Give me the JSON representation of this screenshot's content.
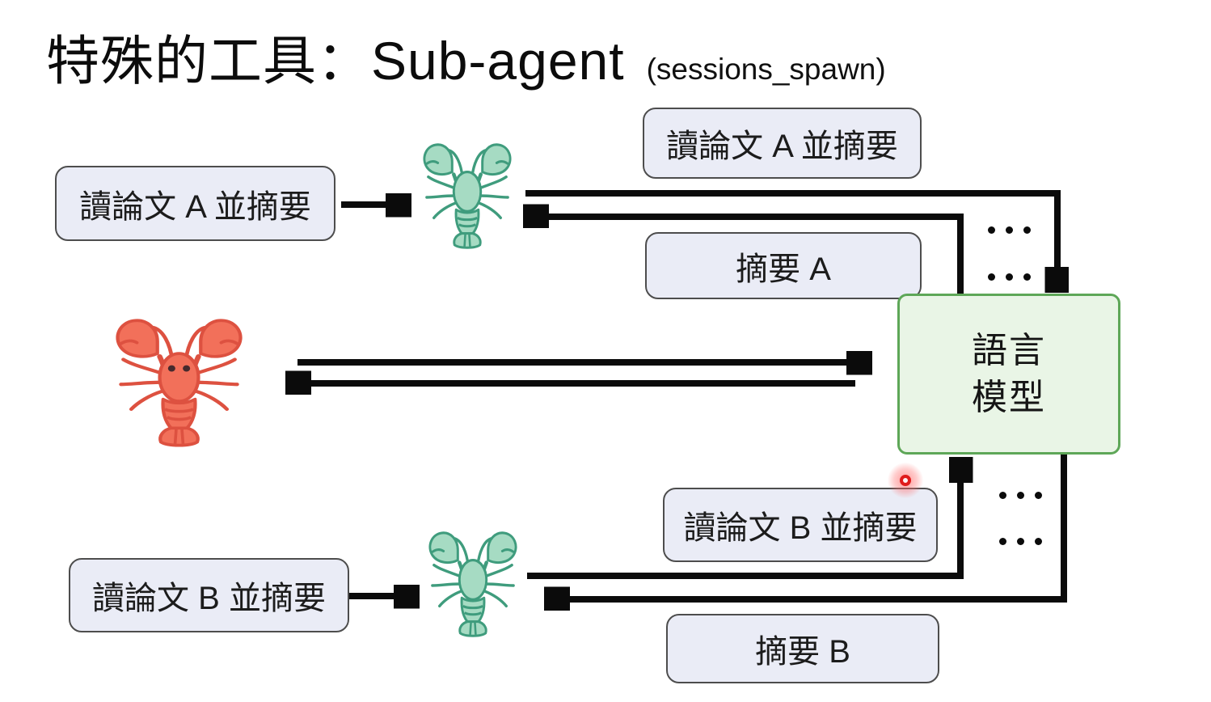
{
  "title": {
    "main": "特殊的工具：Sub-agent",
    "sub": "(sessions_spawn)"
  },
  "messages": {
    "task_a_left": "讀論文 A 並摘要",
    "task_a_top": "讀論文 A 並摘要",
    "summary_a": "摘要 A",
    "task_b_left": "讀論文 B 並摘要",
    "task_b_mid": "讀論文 B 並摘要",
    "summary_b": "摘要 B"
  },
  "llm_box": {
    "line1": "語言",
    "line2": "模型",
    "fill_color": "#e9f5e6",
    "border_color": "#5ea758"
  },
  "agents": {
    "main_agent": {
      "icon": "red-lobster-icon",
      "color": "#f2705a"
    },
    "subagent_a": {
      "icon": "green-lobster-icon",
      "color": "#a6dbc3"
    },
    "subagent_b": {
      "icon": "green-lobster-icon",
      "color": "#a6dbc3"
    }
  },
  "ellipsis_marks": [
    "…",
    "…",
    "…",
    "…"
  ],
  "laser_pointer": {
    "color": "#e01b1b"
  },
  "colors": {
    "background": "#ffffff",
    "label_box_fill": "#eaecf6",
    "label_box_border": "#4d4d4d",
    "arrow": "#0b0b0b",
    "title_text": "#0c0c0c"
  }
}
